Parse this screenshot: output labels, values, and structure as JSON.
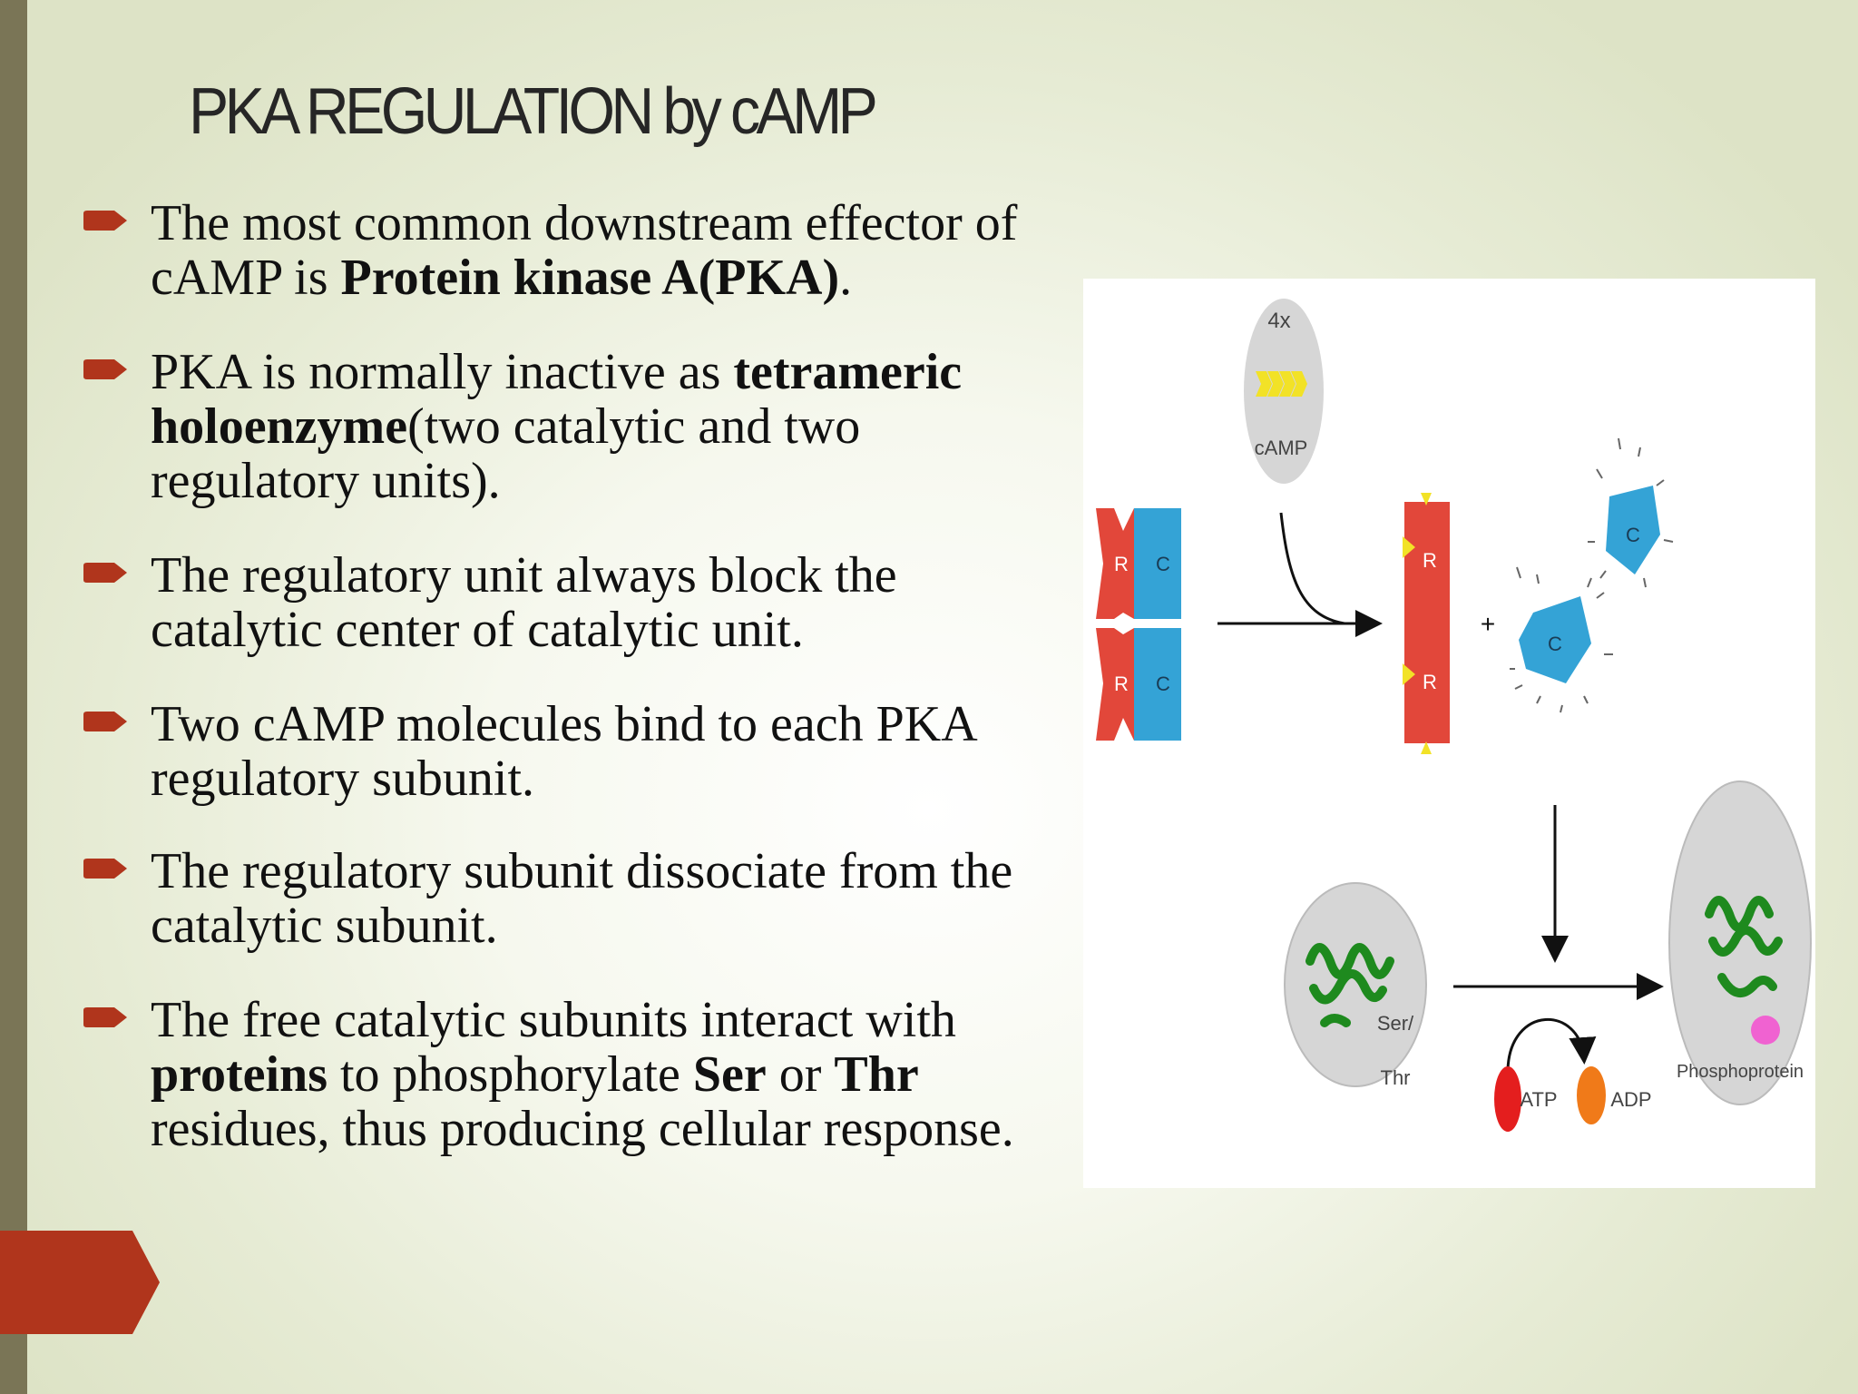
{
  "slide": {
    "title": "PKA REGULATION by cAMP",
    "bullets": [
      [
        {
          "t": "The most common downstream effector of cAMP is "
        },
        {
          "t": "Protein kinase A(PKA)",
          "b": true
        },
        {
          "t": "."
        }
      ],
      [
        {
          "t": "PKA is normally inactive as "
        },
        {
          "t": "tetrameric holoenzyme",
          "b": true
        },
        {
          "t": "(two catalytic and two regulatory units)."
        }
      ],
      [
        {
          "t": "The regulatory unit always block the catalytic center of catalytic unit."
        }
      ],
      [
        {
          "t": "Two cAMP molecules bind to each PKA regulatory subunit."
        }
      ],
      [
        {
          "t": "The regulatory subunit dissociate from the catalytic subunit."
        }
      ],
      [
        {
          "t": "The free catalytic subunits interact with "
        },
        {
          "t": "proteins",
          "b": true
        },
        {
          "t": " to phosphorylate "
        },
        {
          "t": "Ser",
          "b": true
        },
        {
          "t": " or "
        },
        {
          "t": "Thr",
          "b": true
        },
        {
          "t": " residues, thus producing cellular response."
        }
      ]
    ]
  },
  "diagram": {
    "camp_count": "4x",
    "camp_label": "cAMP",
    "regulatory_label": "R",
    "catalytic_label": "C",
    "plus_sign": "+",
    "substrate_label_1": "Ser/",
    "substrate_label_2": "Thr",
    "atp_label": "ATP",
    "adp_label": "ADP",
    "product_label": "Phosphoprotein"
  },
  "colors": {
    "regulatory": "#e2473a",
    "catalytic": "#34a3d6",
    "camp": "#f2e227",
    "protein": "#1e8a1e",
    "atp": "#e41e1e",
    "adp": "#f07a19",
    "phosphate": "#f062d1",
    "accent_red": "#b0351c"
  }
}
